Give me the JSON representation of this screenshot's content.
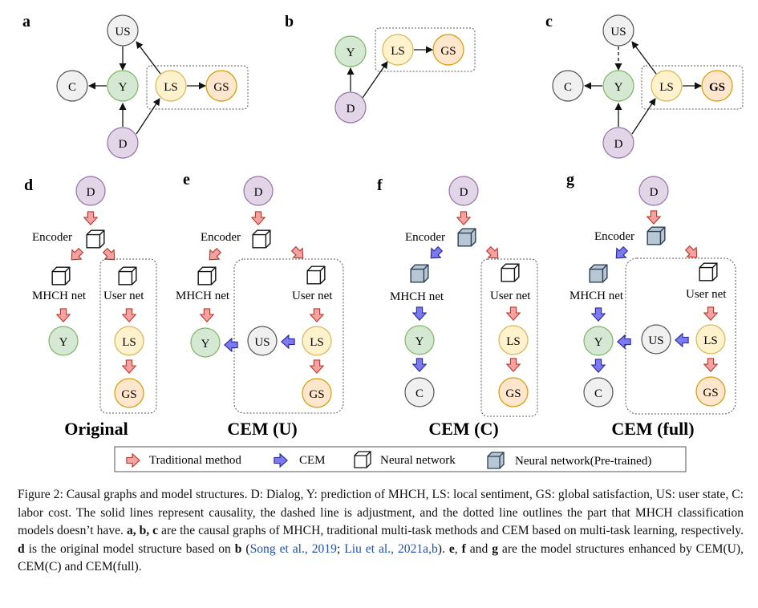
{
  "panel_letters": {
    "a": "a",
    "b": "b",
    "c": "c",
    "d": "d",
    "e": "e",
    "f": "f",
    "g": "g"
  },
  "nodes": {
    "us": "US",
    "c": "C",
    "y": "Y",
    "ls": "LS",
    "gs": "GS",
    "d": "D"
  },
  "labels": {
    "encoder": "Encoder",
    "mhch_net": "MHCH net",
    "user_net": "User net"
  },
  "titles": {
    "d": "Original",
    "e": "CEM (U)",
    "f": "CEM (C)",
    "g": "CEM (full)"
  },
  "legend": {
    "traditional": "Traditional method",
    "cem": "CEM",
    "nn": "Neural network",
    "nn_pretrained": "Neural network(Pre-trained)"
  },
  "colors": {
    "us_fill": "#f0f0f0",
    "y_fill": "#d5e8d4",
    "y_stroke": "#82b366",
    "ls_fill": "#fff2cc",
    "ls_stroke": "#d6b656",
    "gs_fill": "#ffe6cc",
    "gs_stroke": "#d79b00",
    "d_fill": "#e1d5e7",
    "d_stroke": "#9673a6",
    "red_arrow": "#f4a3a3",
    "blue_arrow": "#7b7bef",
    "pretrained_fill": "#b7c7d6"
  },
  "caption": {
    "p1": "Figure 2: Causal graphs and model structures. D: Dialog, Y: prediction of MHCH, LS: local sentiment, GS: global satisfaction, US: user state, C: labor cost. The solid lines represent causality, the dashed line is adjustment, and the dotted line outlines the part that MHCH classification models doesn’t have. ",
    "b1": "a, b, c",
    "p2": " are the causal graphs of MHCH, traditional multi-task methods and CEM based on multi-task learning, respectively. ",
    "b2": "d",
    "p3": " is the original model structure based on ",
    "b3": "b",
    "p4": " (",
    "cite1": "Song et al., 2019",
    "p5": "; ",
    "cite2": "Liu et al., 2021a,b",
    "p6": "). ",
    "b4": "e",
    "p7": ", ",
    "b5": "f",
    "p8": " and ",
    "b6": "g",
    "p9": " are the model structures enhanced by CEM(U), CEM(C) and CEM(full)."
  }
}
